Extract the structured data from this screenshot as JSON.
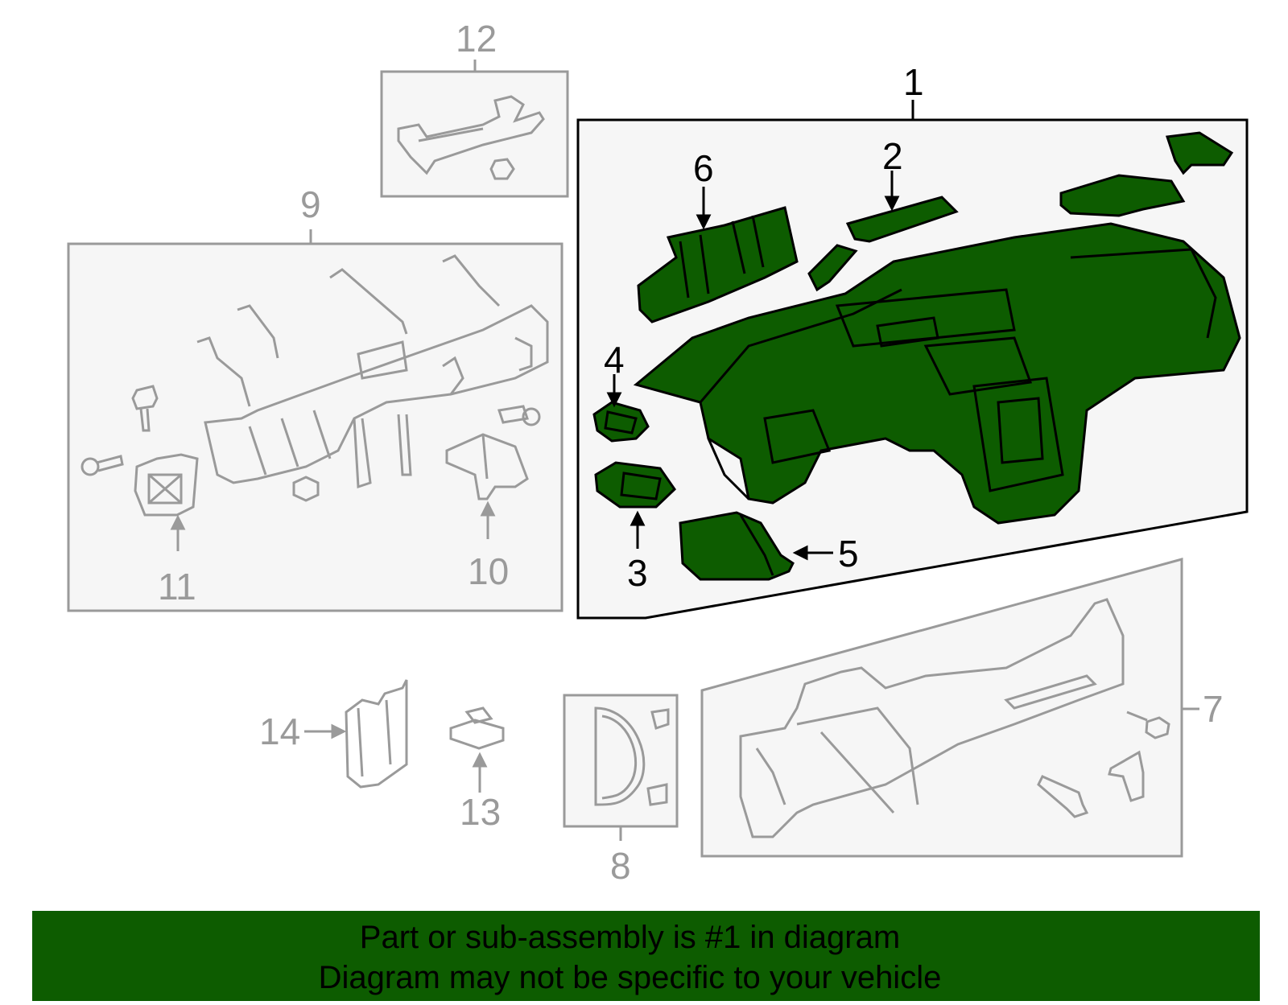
{
  "callouts": {
    "c1": "1",
    "c2": "2",
    "c3": "3",
    "c4": "4",
    "c5": "5",
    "c6": "6",
    "c7": "7",
    "c8": "8",
    "c9": "9",
    "c10": "10",
    "c11": "11",
    "c12": "12",
    "c13": "13",
    "c14": "14"
  },
  "banner": {
    "line1": "Part or sub-assembly is #1 in diagram",
    "line2": "Diagram may not be specific to your vehicle"
  },
  "colors": {
    "highlight": "#0d5c00",
    "panel_gray": "#f6f6f6",
    "stroke_gray": "#9a9a9a"
  }
}
